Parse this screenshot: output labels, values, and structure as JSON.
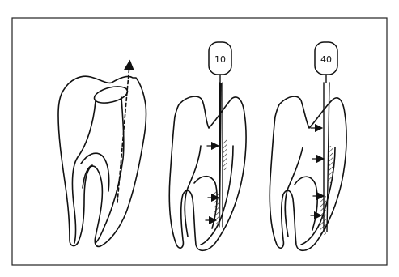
{
  "figure": {
    "panels": [
      {
        "id": "molar-access",
        "description_tag": "tooth-with-access-cavity"
      },
      {
        "id": "file-small",
        "file_size": "10"
      },
      {
        "id": "file-large",
        "file_size": "40"
      }
    ]
  }
}
